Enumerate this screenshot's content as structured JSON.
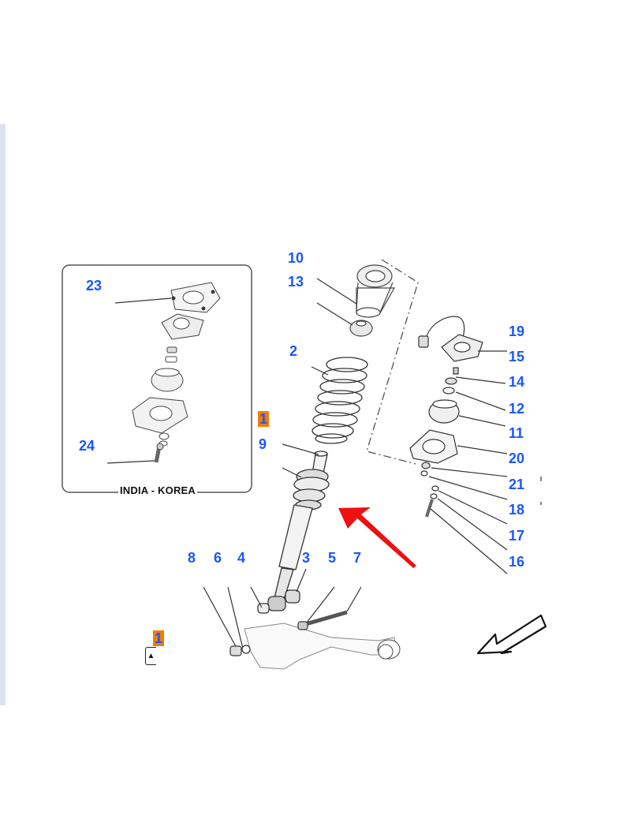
{
  "inset": {
    "caption": "INDIA - KOREA"
  },
  "callouts": {
    "p1": "1",
    "p1b": "1",
    "p2": "2",
    "p3": "3",
    "p4": "4",
    "p5": "5",
    "p6": "6",
    "p7": "7",
    "p8": "8",
    "p9": "9",
    "p10": "10",
    "p11": "11",
    "p12": "12",
    "p13": "13",
    "p14": "14",
    "p15": "15",
    "p16": "16",
    "p17": "17",
    "p18": "18",
    "p19": "19",
    "p20": "20",
    "p21": "21",
    "p23": "23",
    "p24": "24"
  },
  "marker": {
    "glyph": "▲"
  },
  "colors": {
    "callout": "#1a55ff",
    "highlight": "#f07d00",
    "arrow": "#ee1111",
    "line": "#333333"
  }
}
